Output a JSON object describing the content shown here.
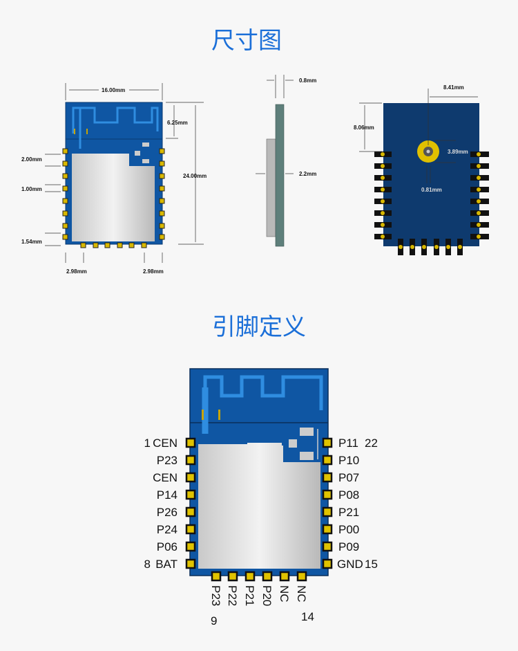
{
  "sections": {
    "dimensions_title": "尺寸图",
    "pinout_title": "引脚定义"
  },
  "dimensions": {
    "width": "16.00mm",
    "height": "24.00mm",
    "antenna_height": "6.25mm",
    "first_pin_offset": "2.00mm",
    "pin_pitch": "1.00mm",
    "last_pin_offset": "1.54mm",
    "bottom_left_offset": "2.98mm",
    "bottom_right_offset": "2.98mm",
    "pcb_thickness": "0.8mm",
    "total_thickness": "2.2mm",
    "connector_x": "8.41mm",
    "connector_y": "8.06mm",
    "connector_outer": "3.89mm",
    "connector_inner": "0.81mm"
  },
  "pinout": {
    "left": [
      "CEN",
      "P23",
      "CEN",
      "P14",
      "P26",
      "P24",
      "P06",
      "BAT"
    ],
    "right": [
      "P11",
      "P10",
      "P07",
      "P08",
      "P21",
      "P00",
      "P09",
      "GND"
    ],
    "bottom": [
      "P23",
      "P22",
      "P21",
      "P20",
      "NC",
      "NC"
    ],
    "numbers": {
      "left_first": "1",
      "left_last": "8",
      "bottom_first": "9",
      "bottom_last": "14",
      "right_last": "15",
      "right_first": "22"
    }
  },
  "colors": {
    "title": "#1b6fd8",
    "pcb": "#0f56a3",
    "pcb_back": "#0e3a6e",
    "pad": "#d8b800",
    "shield": "#d9d9d9"
  }
}
